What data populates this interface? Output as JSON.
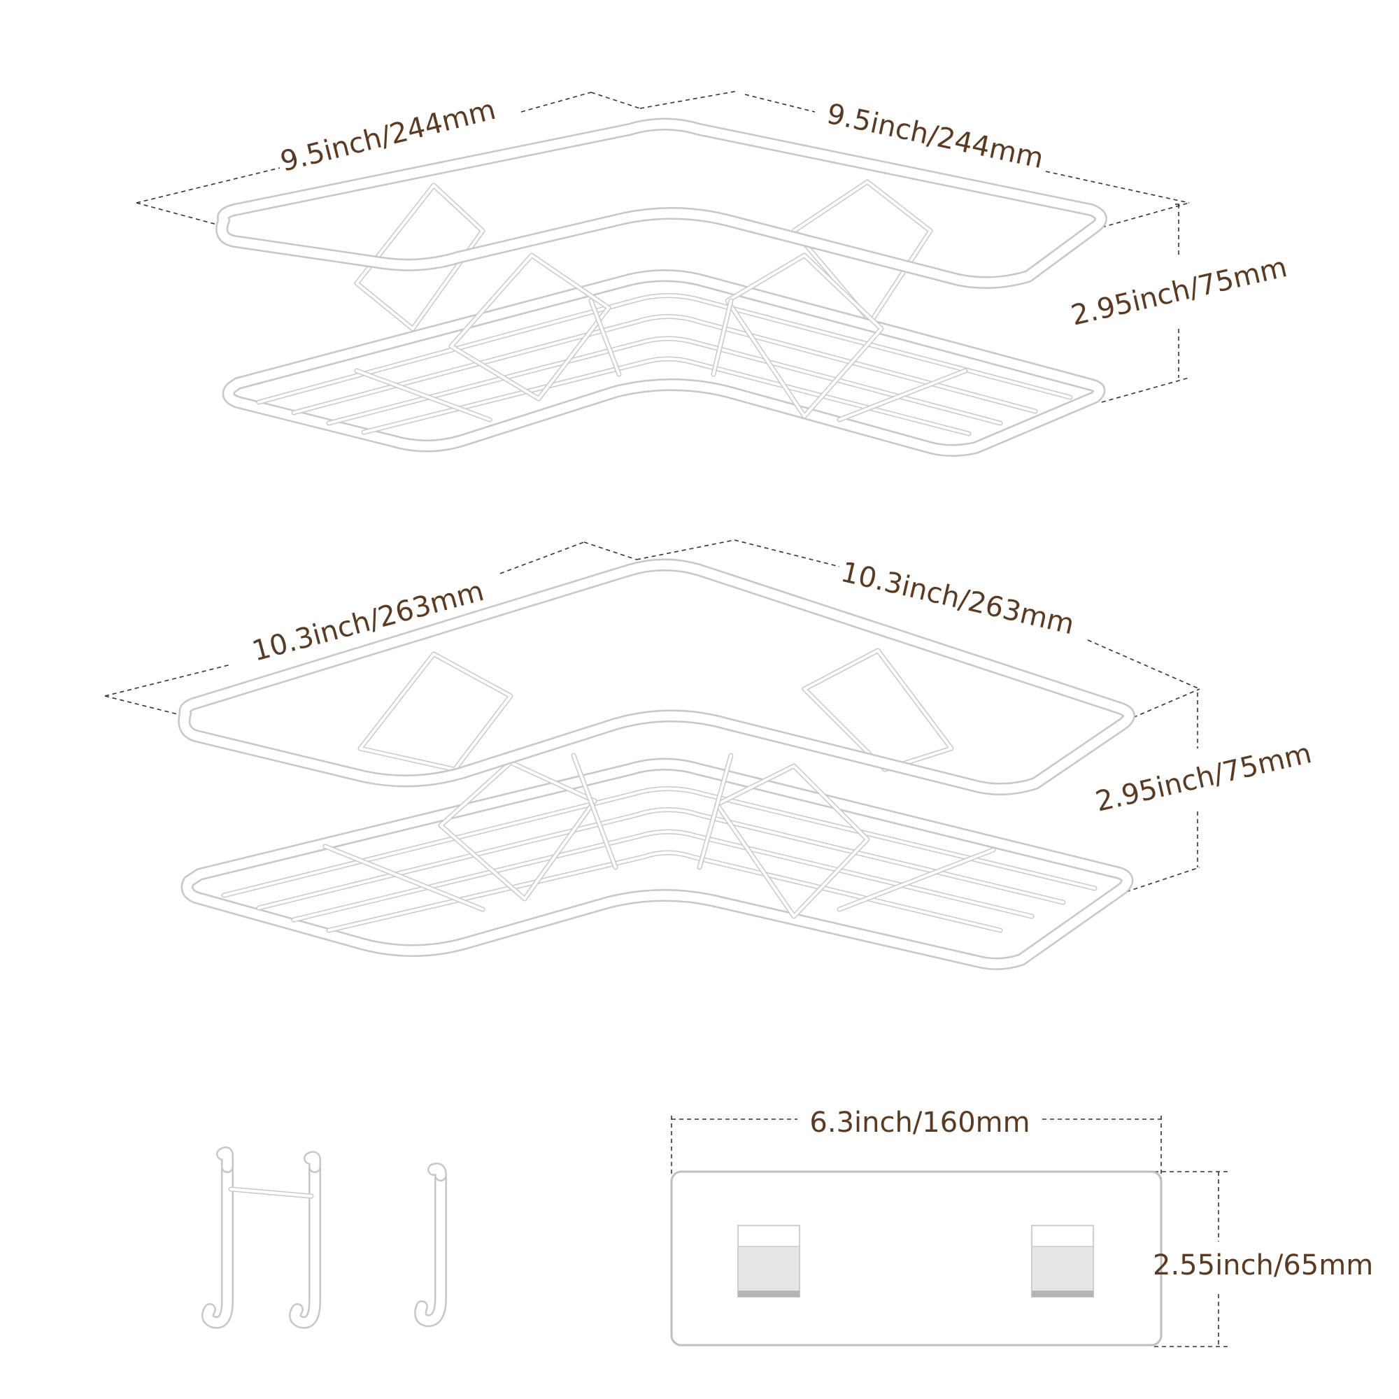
{
  "shelf_small": {
    "width_left": "9.5inch/244mm",
    "width_right": "9.5inch/244mm",
    "height": "2.95inch/75mm"
  },
  "shelf_large": {
    "width_left": "10.3inch/263mm",
    "width_right": "10.3inch/263mm",
    "height": "2.95inch/75mm"
  },
  "adhesive_plate": {
    "width": "6.3inch/160mm",
    "height": "2.55inch/65mm"
  }
}
